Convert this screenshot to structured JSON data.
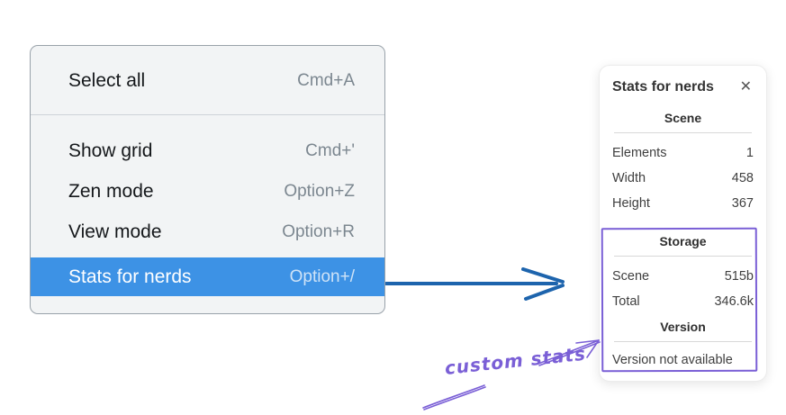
{
  "colors": {
    "highlight": "#3d92e5",
    "arrow": "#1d64ad",
    "annotation": "#7a5fd6"
  },
  "menu": {
    "items": [
      {
        "label": "Select all",
        "shortcut": "Cmd+A"
      },
      {
        "label": "Show grid",
        "shortcut": "Cmd+'"
      },
      {
        "label": "Zen mode",
        "shortcut": "Option+Z"
      },
      {
        "label": "View mode",
        "shortcut": "Option+R"
      },
      {
        "label": "Stats for nerds",
        "shortcut": "Option+/",
        "highlighted": true
      }
    ]
  },
  "stats_panel": {
    "title": "Stats for nerds",
    "close_glyph": "✕",
    "sections": [
      {
        "heading": "Scene",
        "rows": [
          {
            "label": "Elements",
            "value": "1"
          },
          {
            "label": "Width",
            "value": "458"
          },
          {
            "label": "Height",
            "value": "367"
          }
        ]
      },
      {
        "heading": "Storage",
        "rows": [
          {
            "label": "Scene",
            "value": "515b"
          },
          {
            "label": "Total",
            "value": "346.6k"
          }
        ]
      },
      {
        "heading": "Version",
        "note": "Version not available"
      }
    ]
  },
  "annotation": {
    "label": "custom stats"
  }
}
